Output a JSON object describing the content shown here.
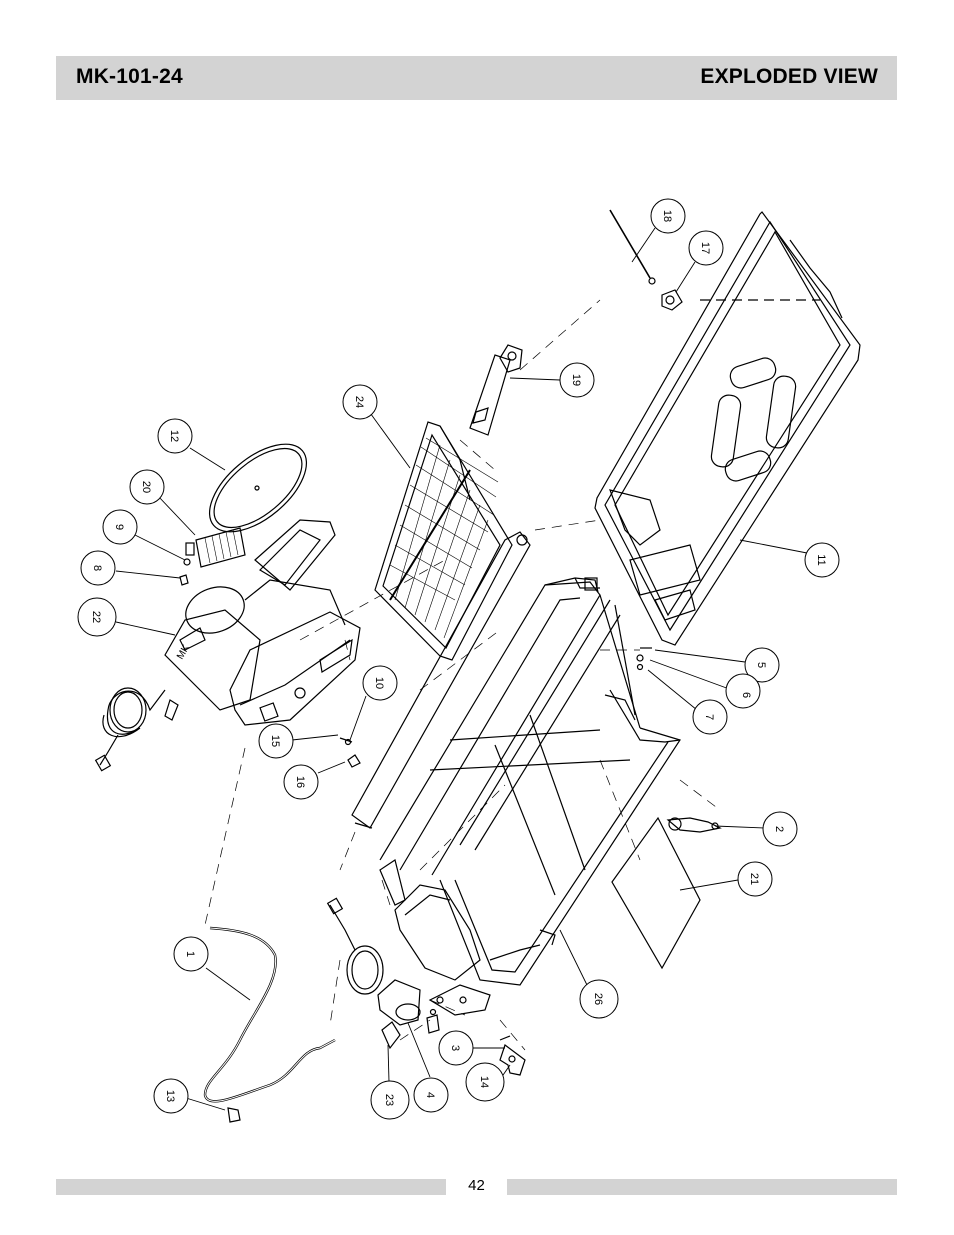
{
  "header": {
    "model": "MK-101-24",
    "title": "EXPLODED VIEW"
  },
  "footer": {
    "page_number": "42"
  },
  "callouts": [
    "1",
    "2",
    "3",
    "4",
    "5",
    "6",
    "7",
    "8",
    "9",
    "10",
    "11",
    "12",
    "13",
    "14",
    "15",
    "16",
    "17",
    "18",
    "19",
    "20",
    "21",
    "22",
    "23",
    "24",
    "26"
  ]
}
